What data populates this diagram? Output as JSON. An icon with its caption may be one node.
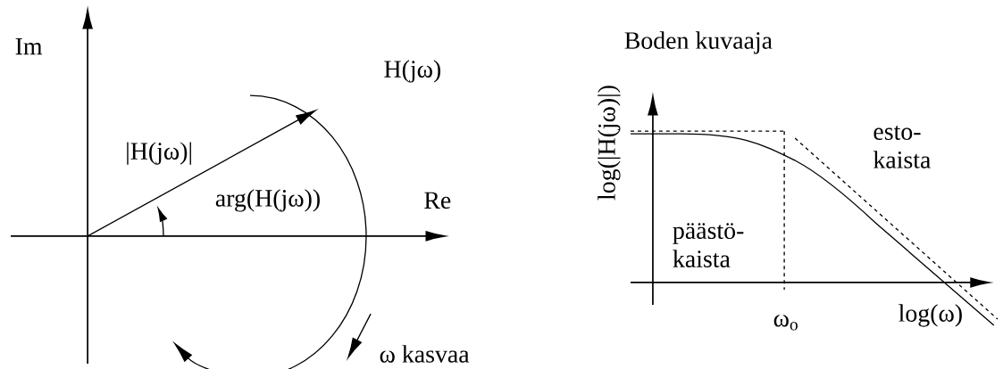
{
  "diagram": {
    "labels": [
      "Im",
      "H(jω)",
      "|H(jω)|",
      "arg(H(jω))",
      "Re",
      "ω kasvaa",
      "Boden kuvaaja",
      "log(|H(jω)|)",
      "esto- kaista",
      "päästö- kaista",
      "ω$_{o}$",
      "log(ω)"
    ]
  }
}
